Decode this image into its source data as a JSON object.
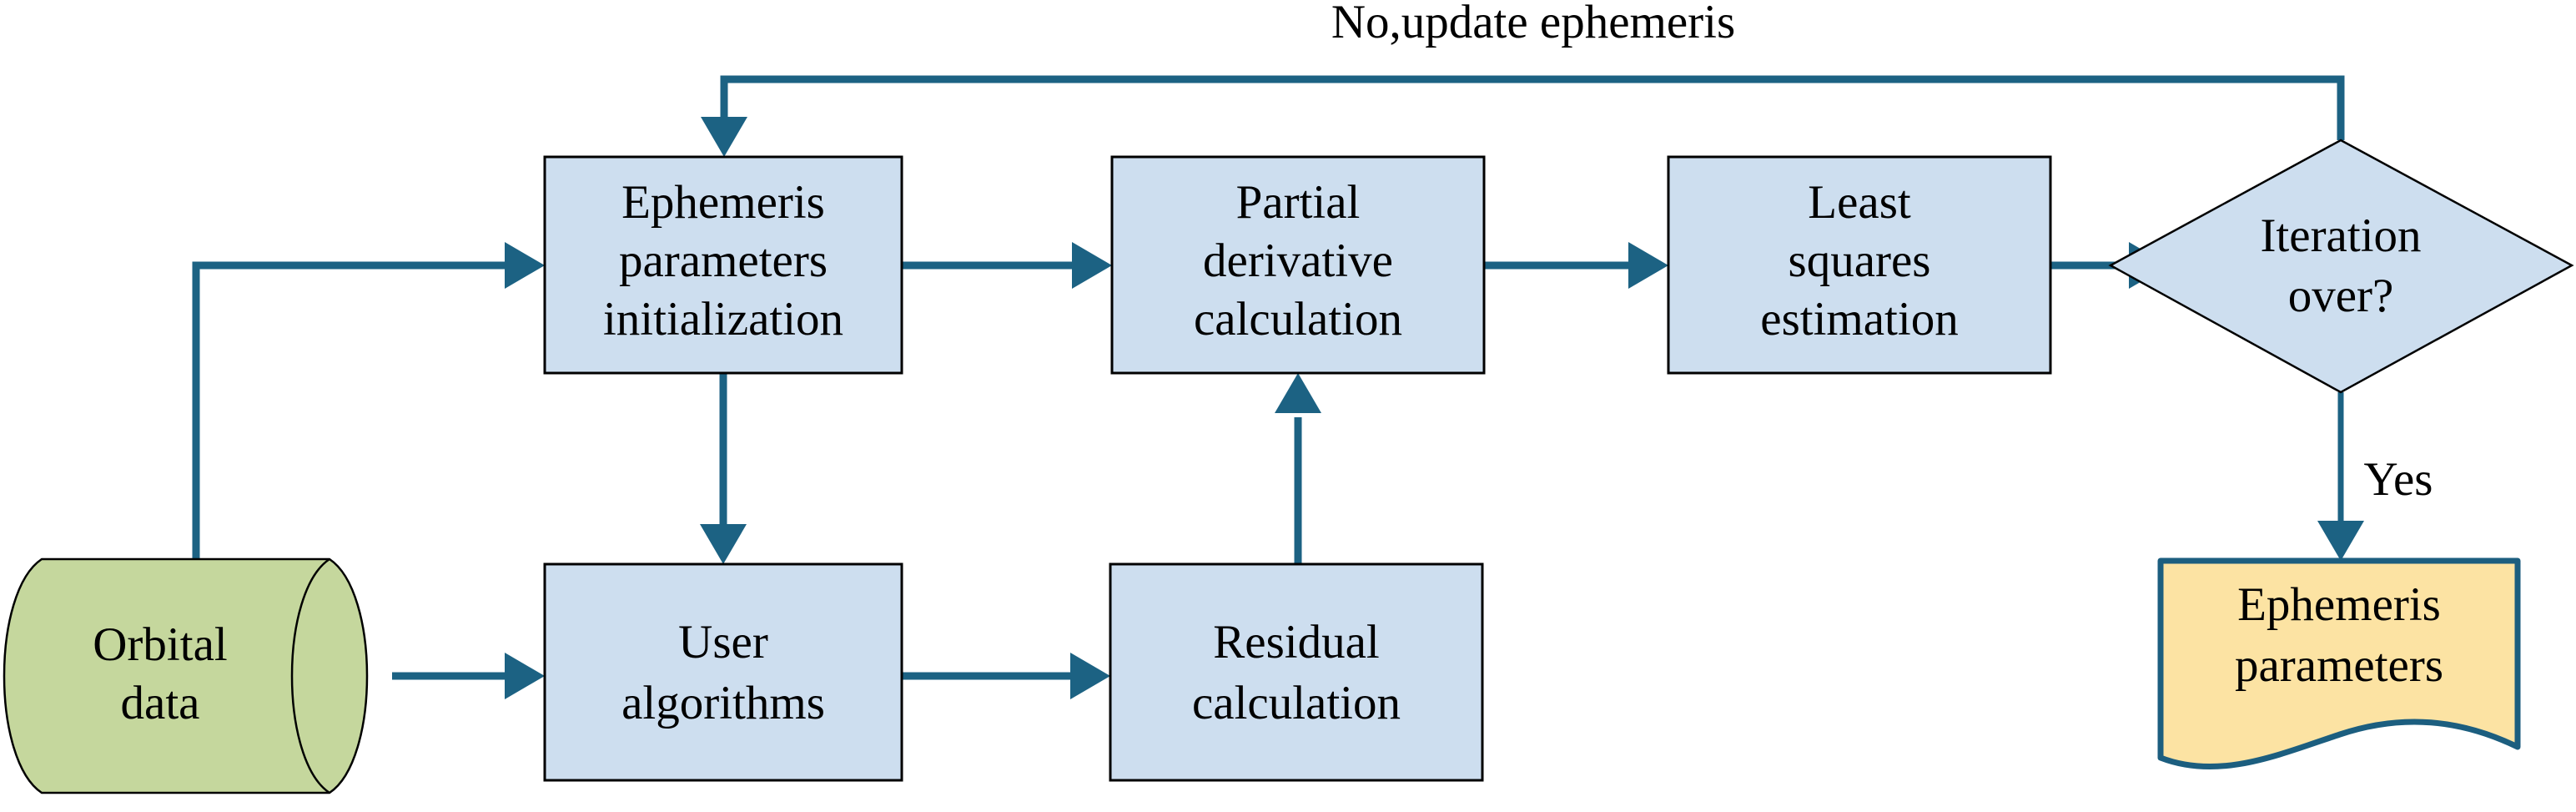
{
  "diagram": {
    "title": "Ephemeris parameter fitting flowchart",
    "background": "#ffffff",
    "colors": {
      "process_fill": "#cddeef",
      "process_stroke": "#000000",
      "data_fill": "#c5d79d",
      "output_fill": "#fce3a3",
      "output_stroke": "#1c5e7f",
      "connector": "#1c6283",
      "text": "#000000"
    },
    "nodes": [
      {
        "id": "orbital-data",
        "shape": "cylinder",
        "lines": [
          "Orbital",
          "data"
        ],
        "fill": "#c5d79d"
      },
      {
        "id": "ephemeris-parameters-initialization",
        "shape": "rectangle",
        "lines": [
          "Ephemeris",
          "parameters",
          "initialization"
        ],
        "fill": "#cddeef"
      },
      {
        "id": "user-algorithms",
        "shape": "rectangle",
        "lines": [
          "User",
          "algorithms"
        ],
        "fill": "#cddeef"
      },
      {
        "id": "residual-calculation",
        "shape": "rectangle",
        "lines": [
          "Residual",
          "calculation"
        ],
        "fill": "#cddeef"
      },
      {
        "id": "partial-derivative-calculation",
        "shape": "rectangle",
        "lines": [
          "Partial",
          "derivative",
          "calculation"
        ],
        "fill": "#cddeef"
      },
      {
        "id": "least-squares-estimation",
        "shape": "rectangle",
        "lines": [
          "Least",
          "squares",
          "estimation"
        ],
        "fill": "#cddeef"
      },
      {
        "id": "iteration-over",
        "shape": "diamond",
        "lines": [
          "Iteration",
          "over?"
        ],
        "fill": "#cddeef"
      },
      {
        "id": "ephemeris-parameters",
        "shape": "document",
        "lines": [
          "Ephemeris",
          "parameters"
        ],
        "fill": "#fce3a3"
      }
    ],
    "edges": [
      {
        "id": "e1",
        "from": "orbital-data",
        "to": "ephemeris-parameters-initialization",
        "label": ""
      },
      {
        "id": "e2",
        "from": "orbital-data",
        "to": "user-algorithms",
        "label": ""
      },
      {
        "id": "e3",
        "from": "ephemeris-parameters-initialization",
        "to": "user-algorithms",
        "label": ""
      },
      {
        "id": "e4",
        "from": "user-algorithms",
        "to": "residual-calculation",
        "label": ""
      },
      {
        "id": "e5",
        "from": "residual-calculation",
        "to": "partial-derivative-calculation",
        "label": ""
      },
      {
        "id": "e6",
        "from": "ephemeris-parameters-initialization",
        "to": "partial-derivative-calculation",
        "label": ""
      },
      {
        "id": "e7",
        "from": "partial-derivative-calculation",
        "to": "least-squares-estimation",
        "label": ""
      },
      {
        "id": "e8",
        "from": "least-squares-estimation",
        "to": "iteration-over",
        "label": ""
      },
      {
        "id": "e9",
        "from": "iteration-over",
        "to": "ephemeris-parameters-initialization",
        "label": "No,update ephemeris"
      },
      {
        "id": "e10",
        "from": "iteration-over",
        "to": "ephemeris-parameters",
        "label": "Yes"
      }
    ],
    "labels": {
      "feedback": "No,update ephemeris",
      "yes": "Yes"
    },
    "node_text": {
      "orbital_data_l1": "Orbital",
      "orbital_data_l2": "data",
      "epi_l1": "Ephemeris",
      "epi_l2": "parameters",
      "epi_l3": "initialization",
      "user_alg_l1": "User",
      "user_alg_l2": "algorithms",
      "residual_l1": "Residual",
      "residual_l2": "calculation",
      "partial_l1": "Partial",
      "partial_l2": "derivative",
      "partial_l3": "calculation",
      "least_l1": "Least",
      "least_l2": "squares",
      "least_l3": "estimation",
      "iteration_l1": "Iteration",
      "iteration_l2": "over?",
      "output_l1": "Ephemeris",
      "output_l2": "parameters"
    }
  }
}
